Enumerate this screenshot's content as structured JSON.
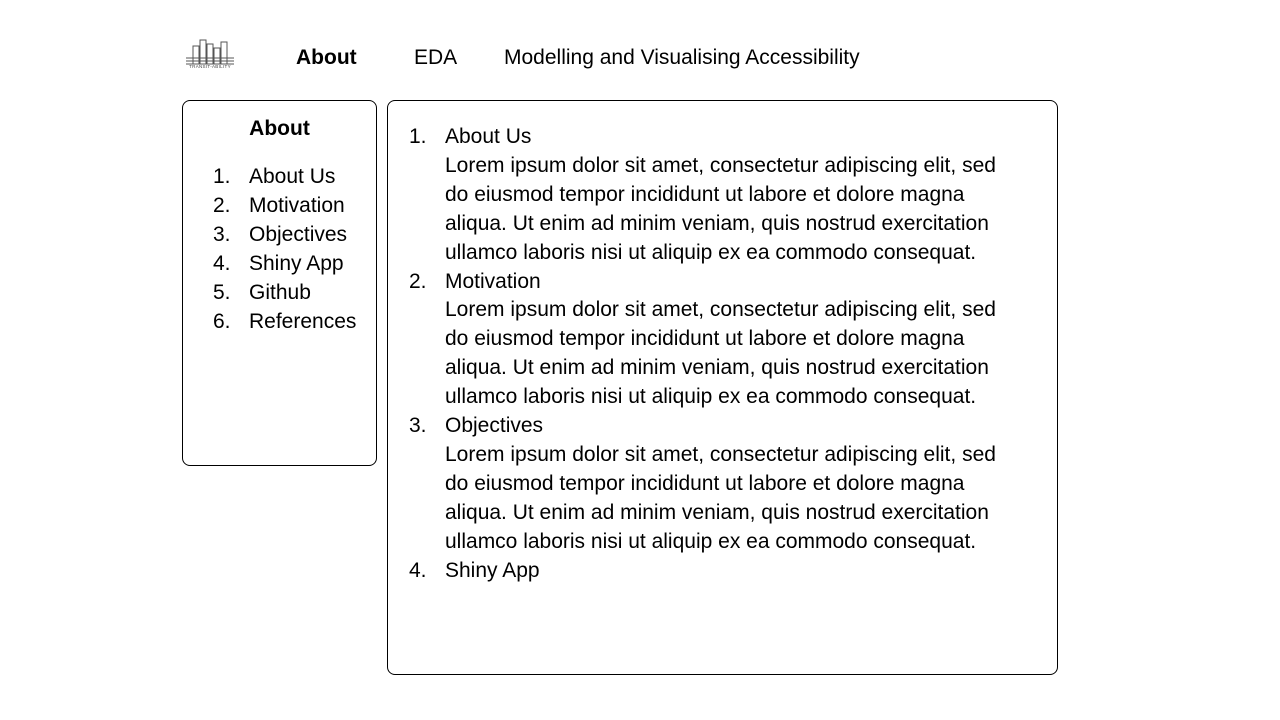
{
  "logo": {
    "icon": "city-skyline-icon",
    "text": "TRANSIT-ABILITY"
  },
  "nav": {
    "items": [
      {
        "label": "About",
        "active": true
      },
      {
        "label": "EDA",
        "active": false
      },
      {
        "label": "Modelling and Visualising Accessibility",
        "active": false
      }
    ]
  },
  "sidebar": {
    "title": "About",
    "items": [
      {
        "num": "1.",
        "label": "About Us"
      },
      {
        "num": "2.",
        "label": "Motivation"
      },
      {
        "num": "3.",
        "label": "Objectives"
      },
      {
        "num": "4.",
        "label": "Shiny App"
      },
      {
        "num": "5.",
        "label": "Github"
      },
      {
        "num": "6.",
        "label": "References"
      }
    ]
  },
  "content": {
    "sections": [
      {
        "num": "1.",
        "title": "About Us",
        "body": "Lorem ipsum dolor sit amet, consectetur adipiscing elit, sed do eiusmod tempor incididunt ut labore et dolore magna aliqua. Ut enim ad minim veniam, quis nostrud exercitation ullamco laboris nisi ut aliquip ex ea commodo consequat."
      },
      {
        "num": "2.",
        "title": "Motivation",
        "body": "Lorem ipsum dolor sit amet, consectetur adipiscing elit, sed do eiusmod tempor incididunt ut labore et dolore magna aliqua. Ut enim ad minim veniam, quis nostrud exercitation ullamco laboris nisi ut aliquip ex ea commodo consequat."
      },
      {
        "num": "3.",
        "title": "Objectives",
        "body": "Lorem ipsum dolor sit amet, consectetur adipiscing elit, sed do eiusmod tempor incididunt ut labore et dolore magna aliqua. Ut enim ad minim veniam, quis nostrud exercitation ullamco laboris nisi ut aliquip ex ea commodo consequat."
      },
      {
        "num": "4.",
        "title": "Shiny App",
        "body": ""
      }
    ]
  }
}
